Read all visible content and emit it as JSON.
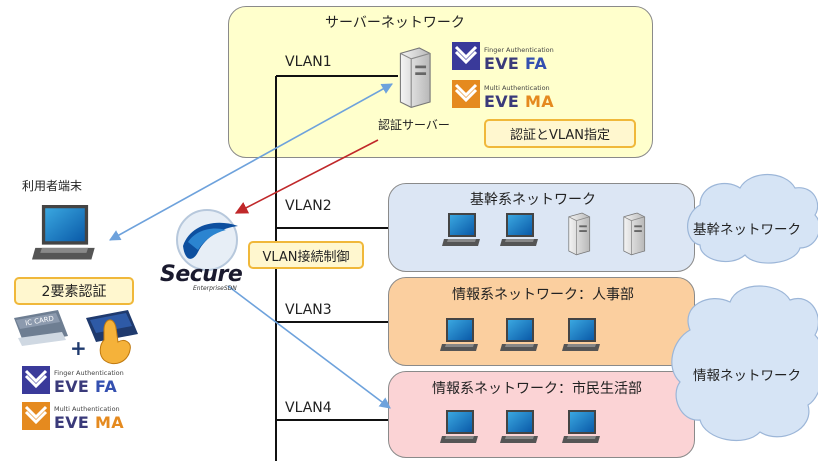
{
  "server_zone": {
    "title": "サーバーネットワーク",
    "server_label": "認証サーバー"
  },
  "callouts": {
    "auth_vlan": "認証とVLAN指定",
    "vlan_control": "VLAN接続制御",
    "two_factor": "2要素認証"
  },
  "vlans": [
    "VLAN1",
    "VLAN2",
    "VLAN3",
    "VLAN4"
  ],
  "networks": {
    "core": "基幹系ネットワーク",
    "hr": "情報系ネットワーク：人事部",
    "citizen": "情報系ネットワーク：市民生活部"
  },
  "clouds": {
    "core": "基幹ネットワーク",
    "info": "情報ネットワーク"
  },
  "user_terminal": "利用者端末",
  "ic_card": "IC CARD",
  "plus": "+",
  "logos": {
    "fa_small": "Finger Authentication",
    "fa_eve": "EVE",
    "fa_suffix": "FA",
    "ma_small": "Multi Authentication",
    "ma_eve": "EVE",
    "ma_suffix": "MA"
  },
  "secure": {
    "word": "Secure",
    "sub": "EnterpriseSDN"
  },
  "colors": {
    "server_zone": "#ffffcc",
    "core_zone": "#dce6f4",
    "hr_zone": "#fbcf9f",
    "citizen_zone": "#fbd3d5",
    "callout_fill": "#fff7cf",
    "callout_border": "#f0b83a",
    "blue_arrow": "#6ea2dc",
    "red_arrow": "#c0282a",
    "cloud": "#d6e4f5"
  }
}
